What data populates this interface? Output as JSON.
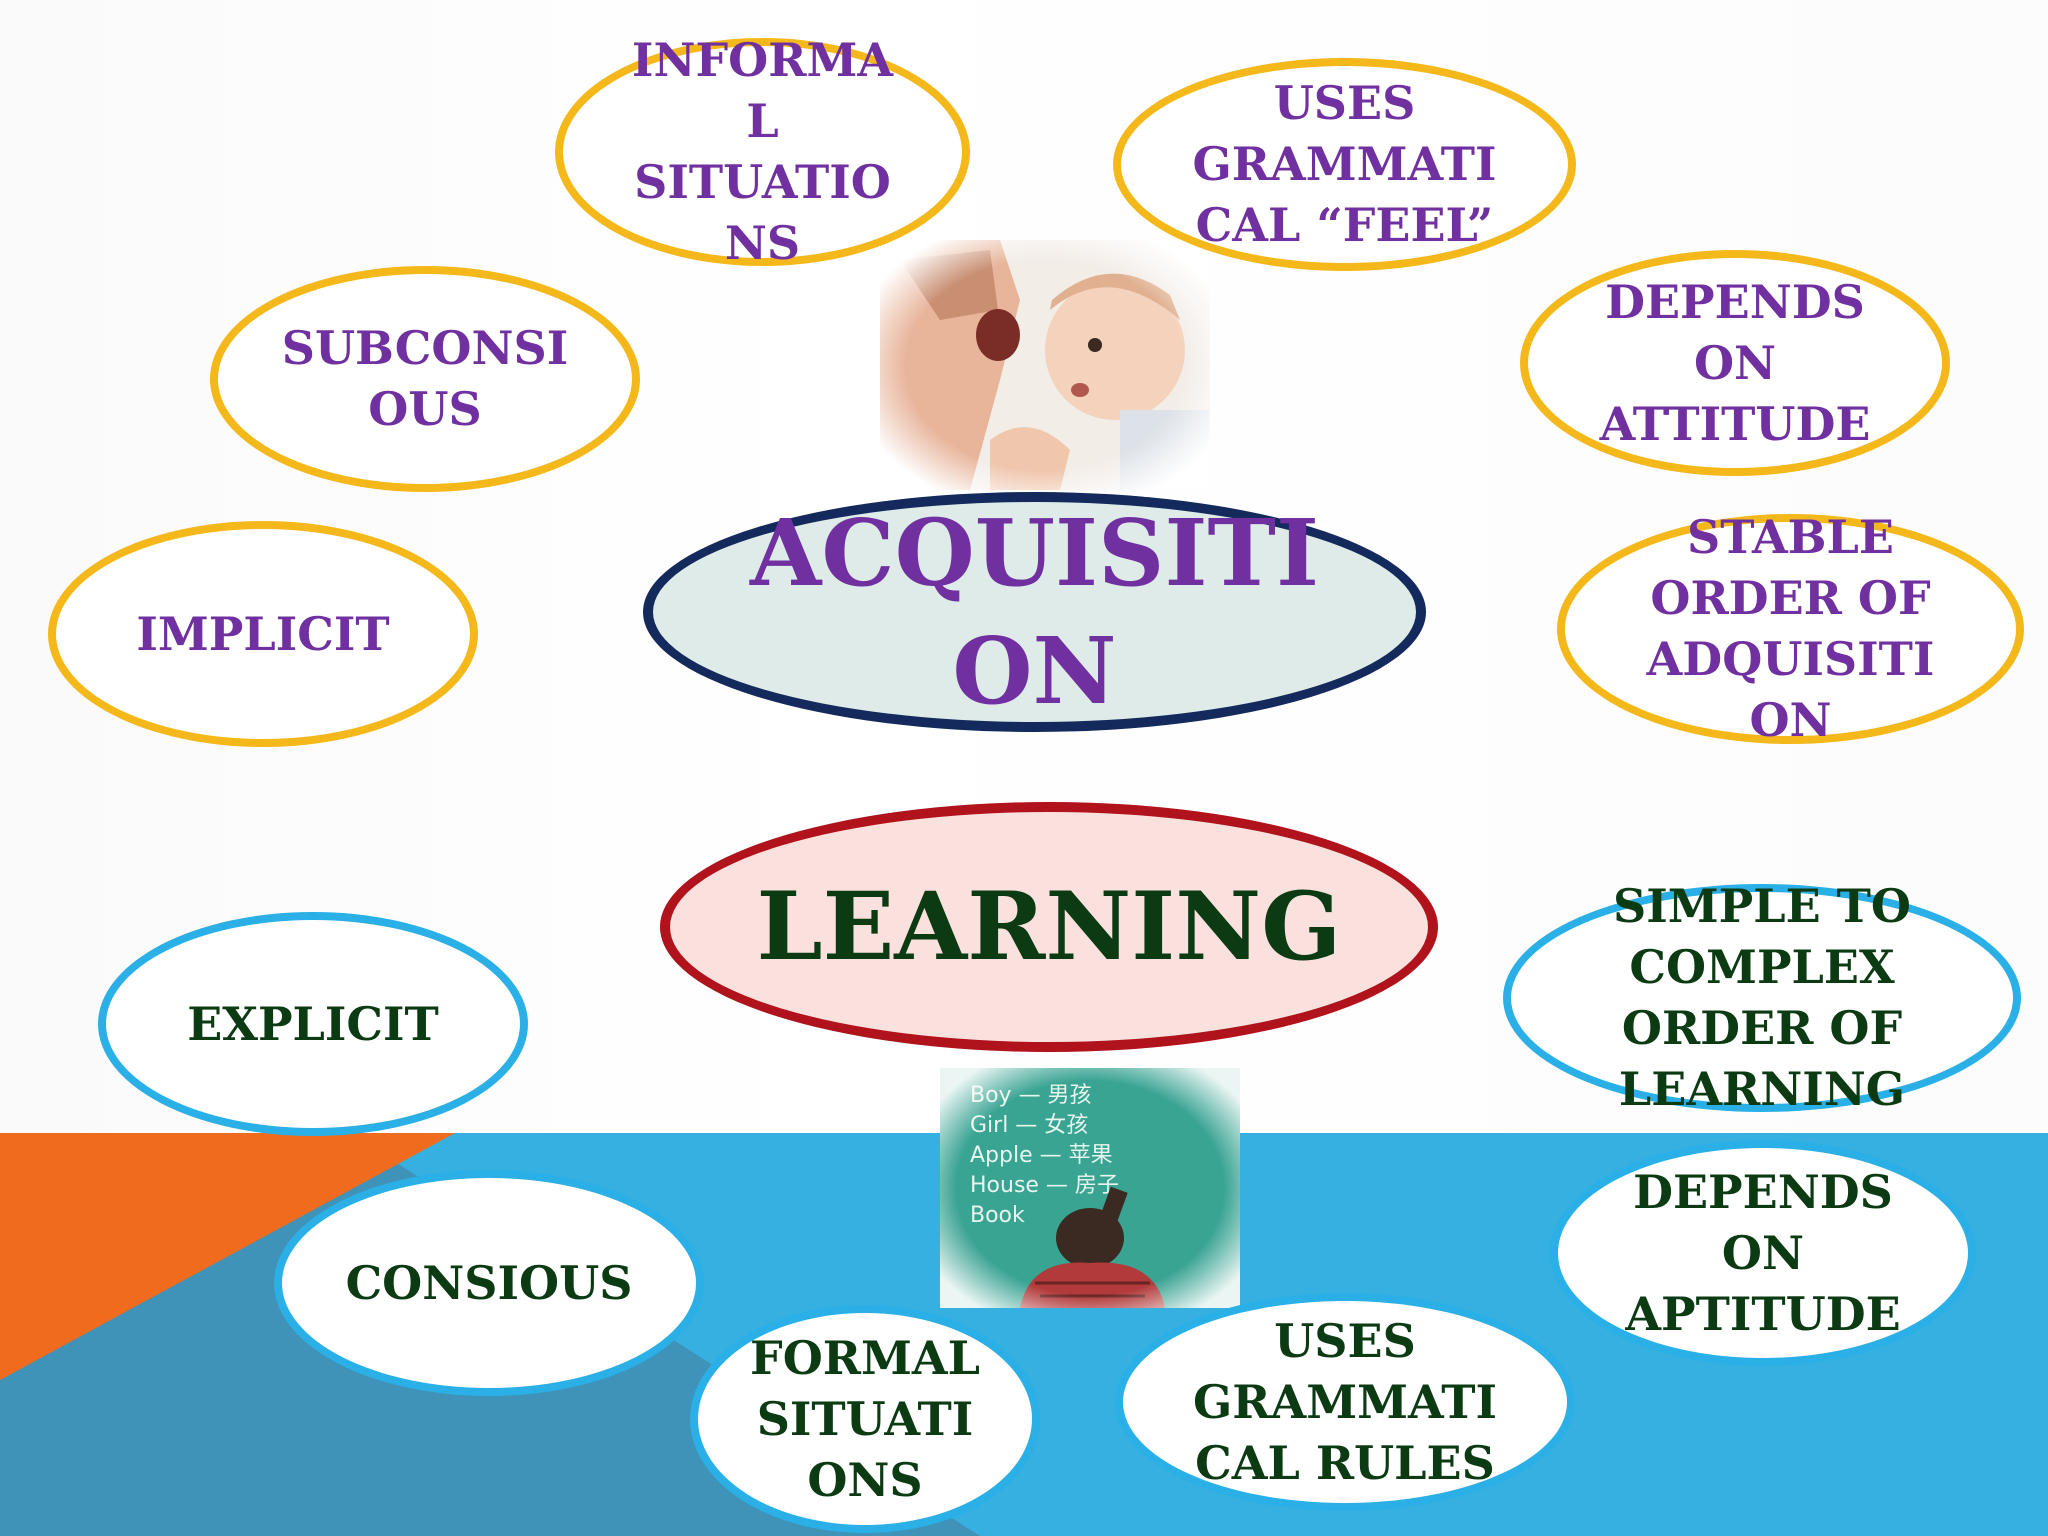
{
  "center": {
    "acquisition": "ACQUISITI\nON",
    "learning": "LEARNING"
  },
  "acquisition_bubbles": [
    "INFORMA\nL\nSITUATIO\nNS",
    "USES\nGRAMMATI\nCAL “FEEL”",
    "SUBCONSI\nOUS",
    "DEPENDS\nON\nATTITUDE",
    "IMPLICIT",
    "STABLE\nORDER OF\nADQUISITI\nON"
  ],
  "learning_bubbles": [
    "EXPLICIT",
    "SIMPLE TO\nCOMPLEX\nORDER OF\nLEARNING",
    "CONSIOUS",
    "DEPENDS\nON\nAPTITUDE",
    "FORMAL\nSITUATI\nONS",
    "USES\nGRAMMATI\nCAL RULES"
  ],
  "chalkboard": [
    "Boy — 男孩",
    "Girl — 女孩",
    "Apple — 苹果",
    "House — 房子",
    "Book"
  ],
  "colors": {
    "acquisition_text": "#7030a0",
    "acquisition_border": "#f5b81a",
    "learning_text": "#0b3a13",
    "learning_border": "#2ab0e6",
    "band_blue": "#35b0e0",
    "corner_orange": "#f06b1e"
  }
}
